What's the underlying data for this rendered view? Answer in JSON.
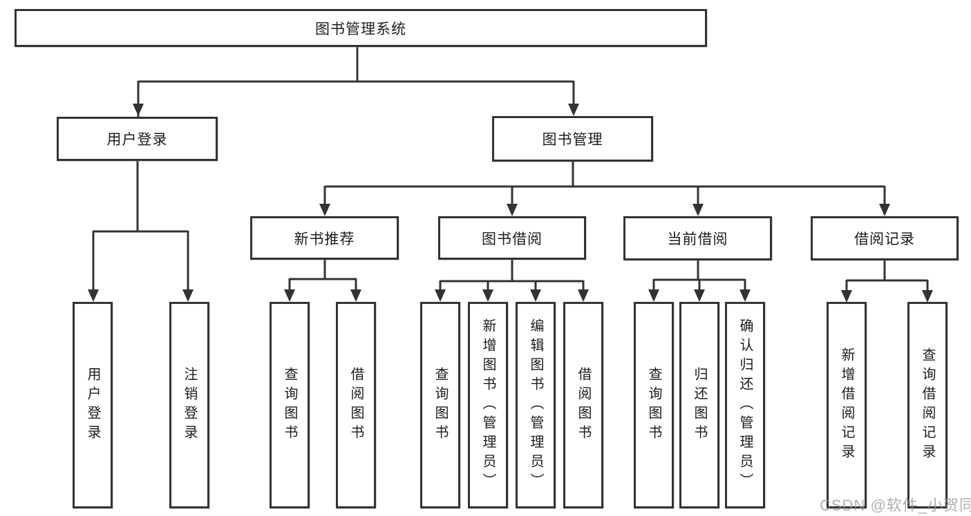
{
  "diagram": {
    "nodes": {
      "root": {
        "label": "图书管理系统"
      },
      "user_login": {
        "label": "用户登录"
      },
      "book_mgmt": {
        "label": "图书管理"
      },
      "new_book_rec": {
        "label": "新书推荐"
      },
      "book_borrow": {
        "label": "图书借阅"
      },
      "current_borrow": {
        "label": "当前借阅"
      },
      "borrow_records": {
        "label": "借阅记录"
      },
      "leaves": [
        {
          "label": "用户登录"
        },
        {
          "label": "注销登录"
        },
        {
          "label": "查询图书"
        },
        {
          "label": "借阅图书"
        },
        {
          "label": "查询图书"
        },
        {
          "label": "新增图书（管理员）"
        },
        {
          "label": "编辑图书（管理员）"
        },
        {
          "label": "借阅图书"
        },
        {
          "label": "查询图书"
        },
        {
          "label": "归还图书"
        },
        {
          "label": "确认归还（管理员）"
        },
        {
          "label": "新增借阅记录"
        },
        {
          "label": "查询借阅记录"
        }
      ]
    },
    "colors": {
      "line": "#333333",
      "text": "#1c1c1c",
      "watermark": "#969696"
    }
  },
  "watermark": {
    "text": "CSDN @软件_小贺同学"
  }
}
